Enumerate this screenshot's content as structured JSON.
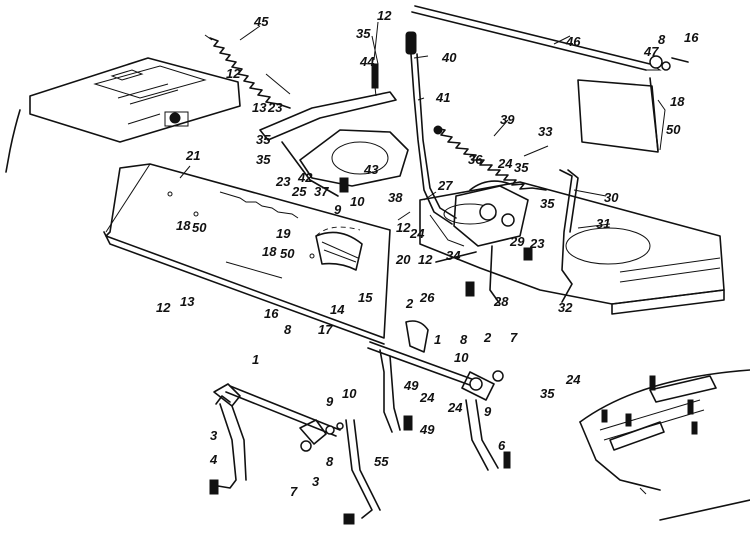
{
  "callouts": [
    "45",
    "12",
    "35",
    "44",
    "12",
    "40",
    "41",
    "46",
    "8",
    "47",
    "16",
    "18",
    "50",
    "13",
    "23",
    "35",
    "35",
    "23",
    "42",
    "37",
    "43",
    "39",
    "33",
    "36",
    "24",
    "35",
    "27",
    "38",
    "30",
    "21",
    "25",
    "9",
    "10",
    "31",
    "18",
    "50",
    "19",
    "12",
    "24",
    "12",
    "35",
    "34",
    "29",
    "23",
    "18",
    "50",
    "20",
    "26",
    "28",
    "32",
    "15",
    "16",
    "8",
    "17",
    "14",
    "12",
    "13",
    "2",
    "1",
    "8",
    "2",
    "7",
    "10",
    "1",
    "49",
    "9",
    "24",
    "24",
    "49",
    "6",
    "9",
    "10",
    "3",
    "8",
    "4",
    "7",
    "3",
    "55",
    "35",
    "24"
  ],
  "colors": {
    "ink": "#111111",
    "paper": "#ffffff"
  }
}
